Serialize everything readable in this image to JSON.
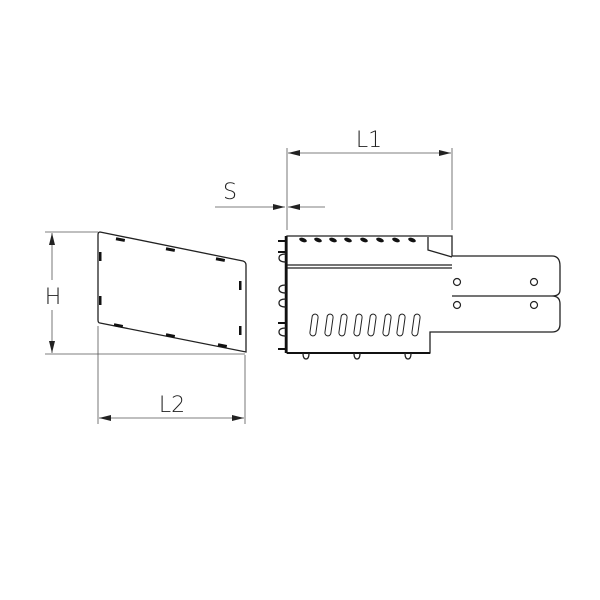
{
  "dimensions": {
    "L1": "L1",
    "S": "S",
    "H": "H",
    "L2": "L2"
  },
  "colors": {
    "line": "#222222",
    "background": "#ffffff"
  }
}
